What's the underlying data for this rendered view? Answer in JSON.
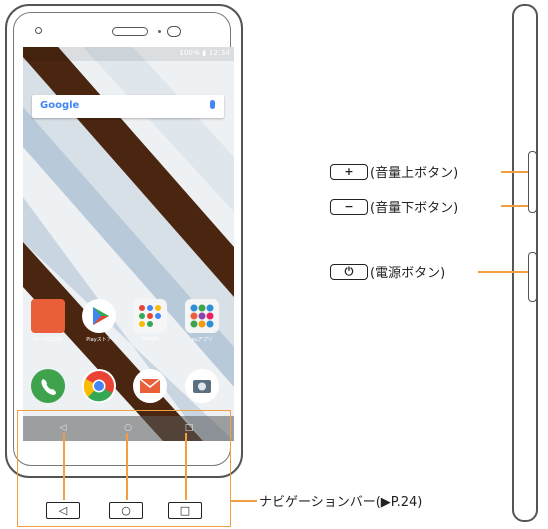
{
  "phone": {
    "statusbar_text": "100% ▮ 12:34",
    "search_brand": "Google",
    "apps_row1": [
      {
        "name": "au-app",
        "label": "サービスTOP",
        "color": "#e85f3a"
      },
      {
        "name": "play-store",
        "label": "Playストア",
        "color": "#ffffff"
      },
      {
        "name": "google-folder",
        "label": "Google",
        "color": "#f5f5f5"
      },
      {
        "name": "au-folder",
        "label": "auアプリ",
        "color": "#f5f5f5"
      }
    ],
    "apps_dock": [
      {
        "name": "phone-app",
        "color": "#3fa34d"
      },
      {
        "name": "chrome-app",
        "color": "#ffffff"
      },
      {
        "name": "mail-app",
        "color": "#ffffff"
      },
      {
        "name": "camera-app",
        "color": "#ffffff"
      }
    ],
    "nav_icons": [
      "back-icon",
      "home-icon",
      "recents-icon"
    ]
  },
  "labels": {
    "volume_up": "(音量上ボタン)",
    "volume_down": "(音量下ボタン)",
    "power": "(電源ボタン)",
    "navbar": "ナビゲーションバー(▶P.24)"
  },
  "keys": {
    "plus": "+",
    "minus": "−",
    "power": "⏻",
    "back": "◁",
    "home": "○",
    "recents": "□"
  },
  "colors": {
    "accent": "#f0a040",
    "stripe_brown": "#4a2610",
    "stripe_blue": "#b8c9d9"
  }
}
